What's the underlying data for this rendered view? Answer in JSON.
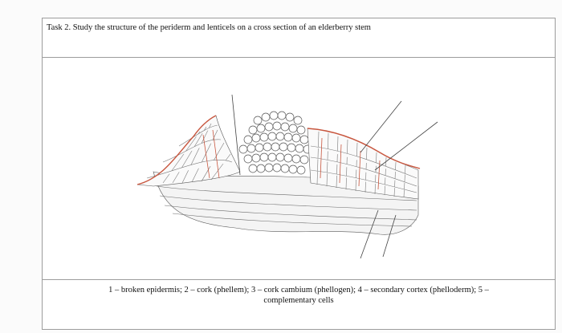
{
  "task": {
    "title": "Task 2. Study the structure of the periderm and lenticels on a cross section of an elderberry stem"
  },
  "caption": {
    "line1": "1 – broken epidermis; 2 – cork (phellem); 3 – cork cambium (phellogen); 4 – secondary cortex (phelloderm); 5 –",
    "line2": "complementary cells"
  },
  "colors": {
    "border": "#9c9c9c",
    "ink": "#3a3a3a",
    "cork_red": "#c8563e"
  },
  "icons": [
    "stem-cross-section-drawing"
  ]
}
